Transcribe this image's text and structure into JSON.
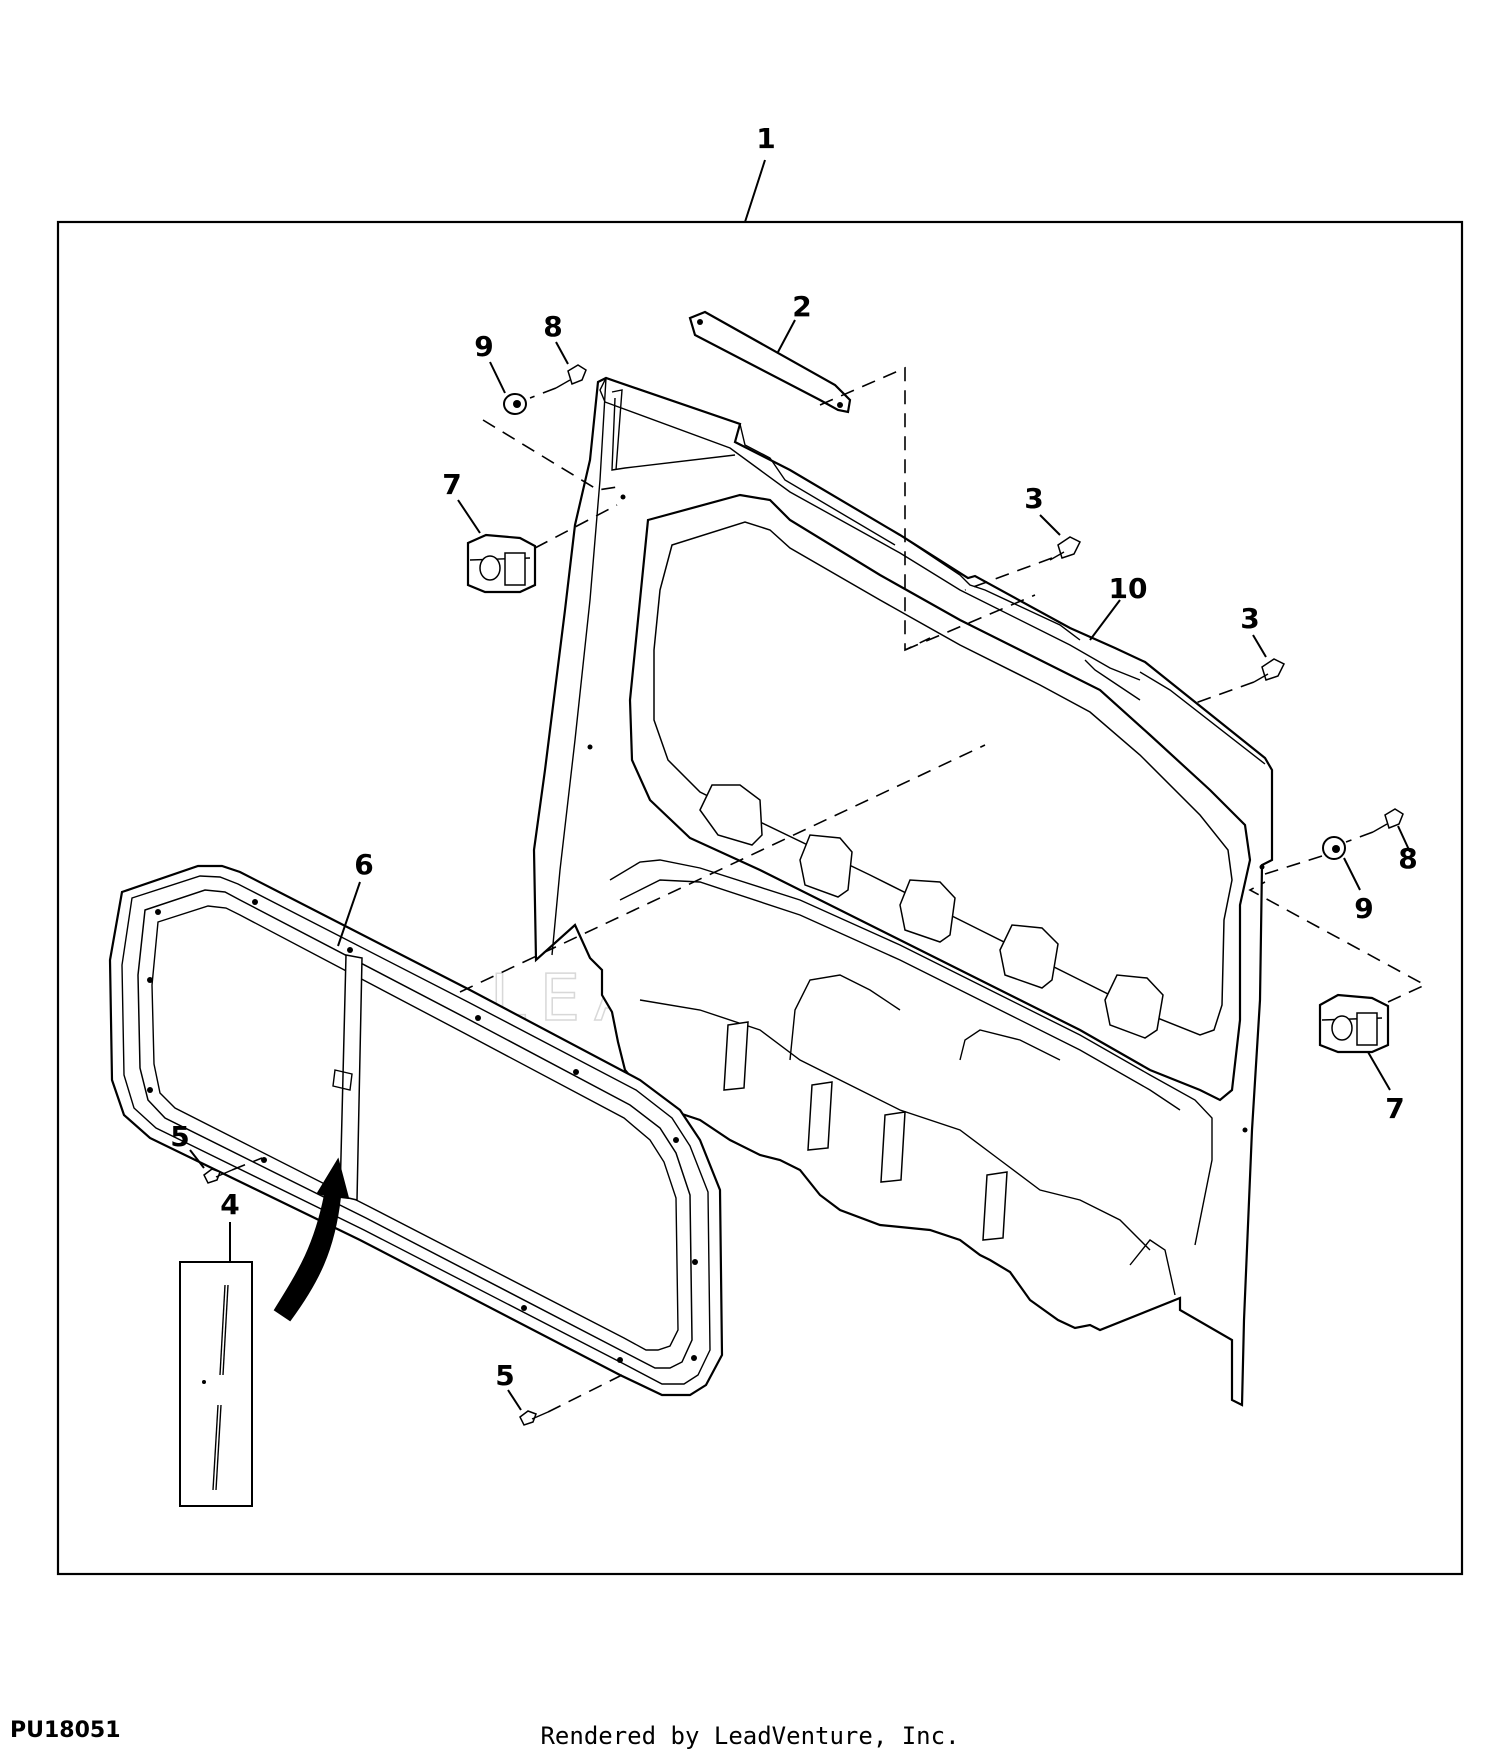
{
  "diagram": {
    "callouts": {
      "c1": "1",
      "c2": "2",
      "c3a": "3",
      "c3b": "3",
      "c4": "4",
      "c5a": "5",
      "c5b": "5",
      "c6": "6",
      "c7a": "7",
      "c7b": "7",
      "c8a": "8",
      "c8b": "8",
      "c9a": "9",
      "c9b": "9",
      "c10": "10"
    },
    "watermark": "LEADVENTURE",
    "part_number_id": "PU18051"
  },
  "footer": {
    "credit": "Rendered by LeadVenture, Inc."
  }
}
